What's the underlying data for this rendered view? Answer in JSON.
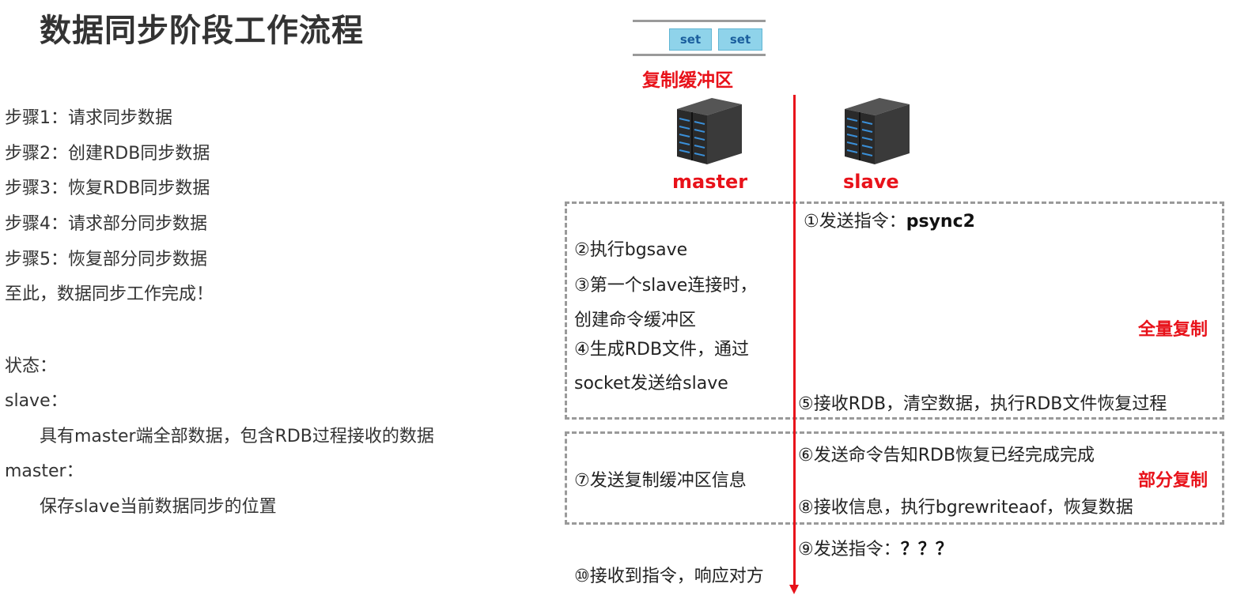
{
  "title": "数据同步阶段工作流程",
  "steps": [
    "步骤1：请求同步数据",
    "步骤2：创建RDB同步数据",
    "步骤3：恢复RDB同步数据",
    "步骤4：请求部分同步数据",
    "步骤5：恢复部分同步数据",
    "至此，数据同步工作完成！"
  ],
  "status": {
    "heading": "状态：",
    "slave_label": "slave：",
    "slave_desc": "具有master端全部数据，包含RDB过程接收的数据",
    "master_label": "master：",
    "master_desc": "保存slave当前数据同步的位置"
  },
  "buffer": {
    "cells": [
      "set",
      "set"
    ],
    "label": "复制缓冲区"
  },
  "roles": {
    "master": "master",
    "slave": "slave"
  },
  "full_sync": {
    "label": "全量复制",
    "s1_prefix": "①发送指令：",
    "s1_cmd": "psync2",
    "s2": "②执行bgsave",
    "s3_line1": "③第一个slave连接时，",
    "s3_line2": "创建命令缓冲区",
    "s4_line1": "④生成RDB文件，通过",
    "s4_line2": "socket发送给slave",
    "s5": "⑤接收RDB，清空数据，执行RDB文件恢复过程"
  },
  "partial_sync": {
    "label": "部分复制",
    "s6": "⑥发送命令告知RDB恢复已经完成完成",
    "s7": "⑦发送复制缓冲区信息",
    "s8": "⑧接收信息，执行bgrewriteaof，恢复数据"
  },
  "after": {
    "s9_prefix": "⑨发送指令：",
    "s9_cmd": "？？？",
    "s10": "⑩接收到指令，响应对方"
  },
  "colors": {
    "accent_red": "#e8121a",
    "buffer_cell": "#8fd3ea",
    "dash_border": "#9a9a9a"
  },
  "icons": [
    "server-rack-icon",
    "server-rack-icon"
  ]
}
